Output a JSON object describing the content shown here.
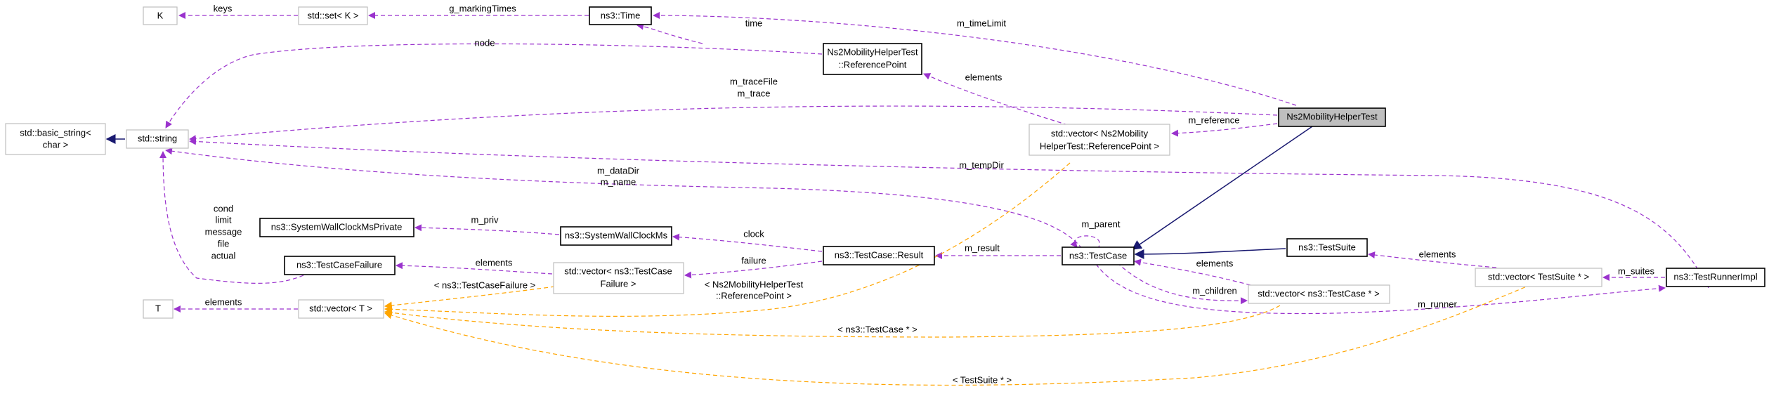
{
  "colors": {
    "usage_edge": "#9a32cd",
    "template_edge": "#ffa500",
    "inheritance_edge": "#191970",
    "focus_fill": "#bfbfbf",
    "grey_border": "#bfbfbf"
  },
  "nodes": {
    "K": "K",
    "set_k": "std::set< K >",
    "time": "ns3::Time",
    "refpoint": [
      "Ns2MobilityHelperTest",
      "::ReferencePoint"
    ],
    "basic_string": [
      "std::basic_string<",
      "char >"
    ],
    "string": "std::string",
    "vector_ref": [
      "std::vector< Ns2Mobility",
      "HelperTest::ReferencePoint >"
    ],
    "focus": "Ns2MobilityHelperTest",
    "wallclock_private": "ns3::SystemWallClockMsPrivate",
    "wallclock": "ns3::SystemWallClockMs",
    "testcase_failure": "ns3::TestCaseFailure",
    "vector_failure": [
      "std::vector< ns3::TestCase",
      "Failure >"
    ],
    "result": "ns3::TestCase::Result",
    "testcase": "ns3::TestCase",
    "testsuite": "ns3::TestSuite",
    "vector_testcase": "std::vector< ns3::TestCase * >",
    "vector_testsuite": "std::vector< TestSuite * >",
    "runner": "ns3::TestRunnerImpl",
    "T": "T",
    "vector_t": "std::vector< T >"
  },
  "edge_labels": {
    "keys": "keys",
    "g_markingTimes": "g_markingTimes",
    "m_timeLimit": "m_timeLimit",
    "time": "time",
    "node": "node",
    "elements_ref": "elements",
    "m_traceFile_trace": [
      "m_traceFile",
      "m_trace"
    ],
    "m_reference": "m_reference",
    "m_tempDir": "m_tempDir",
    "m_dataDir_name": [
      "m_dataDir",
      "m_name"
    ],
    "failure_fields": [
      "cond",
      "limit",
      "message",
      "file",
      "actual"
    ],
    "m_priv": "m_priv",
    "clock": "clock",
    "elements_failure": "elements",
    "failure": "failure",
    "m_result": "m_result",
    "m_parent": "m_parent",
    "elements_testcase": "elements",
    "m_children": "m_children",
    "elements_suite": "elements",
    "m_suites": "m_suites",
    "m_runner": "m_runner",
    "elements_t": "elements",
    "tmpl_failure": "< ns3::TestCaseFailure >",
    "tmpl_refpoint": [
      "< Ns2MobilityHelperTest",
      "::ReferencePoint >"
    ],
    "tmpl_testcase": "< ns3::TestCase * >",
    "tmpl_testsuite": "< TestSuite * >"
  }
}
